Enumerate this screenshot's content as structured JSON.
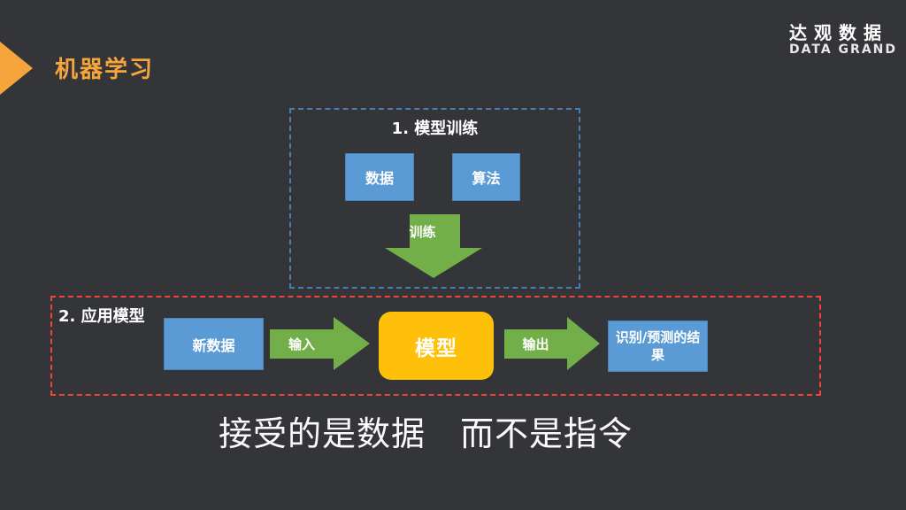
{
  "colors": {
    "background": "#333539",
    "accent_orange": "#F6A53C",
    "box_blue": "#5B9BD5",
    "arrow_green": "#73AF49",
    "model_yellow": "#FFC009",
    "dashed_blue": "#4C7CAE",
    "dashed_red": "#F4413B",
    "text_white": "#FFFFFF"
  },
  "header": {
    "title": "机器学习",
    "logo": {
      "name": "达观数据",
      "subtitle": "DATA GRAND"
    }
  },
  "training": {
    "label": "1. 模型训练",
    "data_box": "数据",
    "algorithm_box": "算法",
    "arrow_label": "训练"
  },
  "apply": {
    "label": "2. 应用模型",
    "new_data_box": "新数据",
    "input_arrow_label": "输入",
    "model_box": "模型",
    "output_arrow_label": "输出",
    "result_box": "识别/预测的结果"
  },
  "footer": {
    "caption": "接受的是数据　而不是指令"
  }
}
